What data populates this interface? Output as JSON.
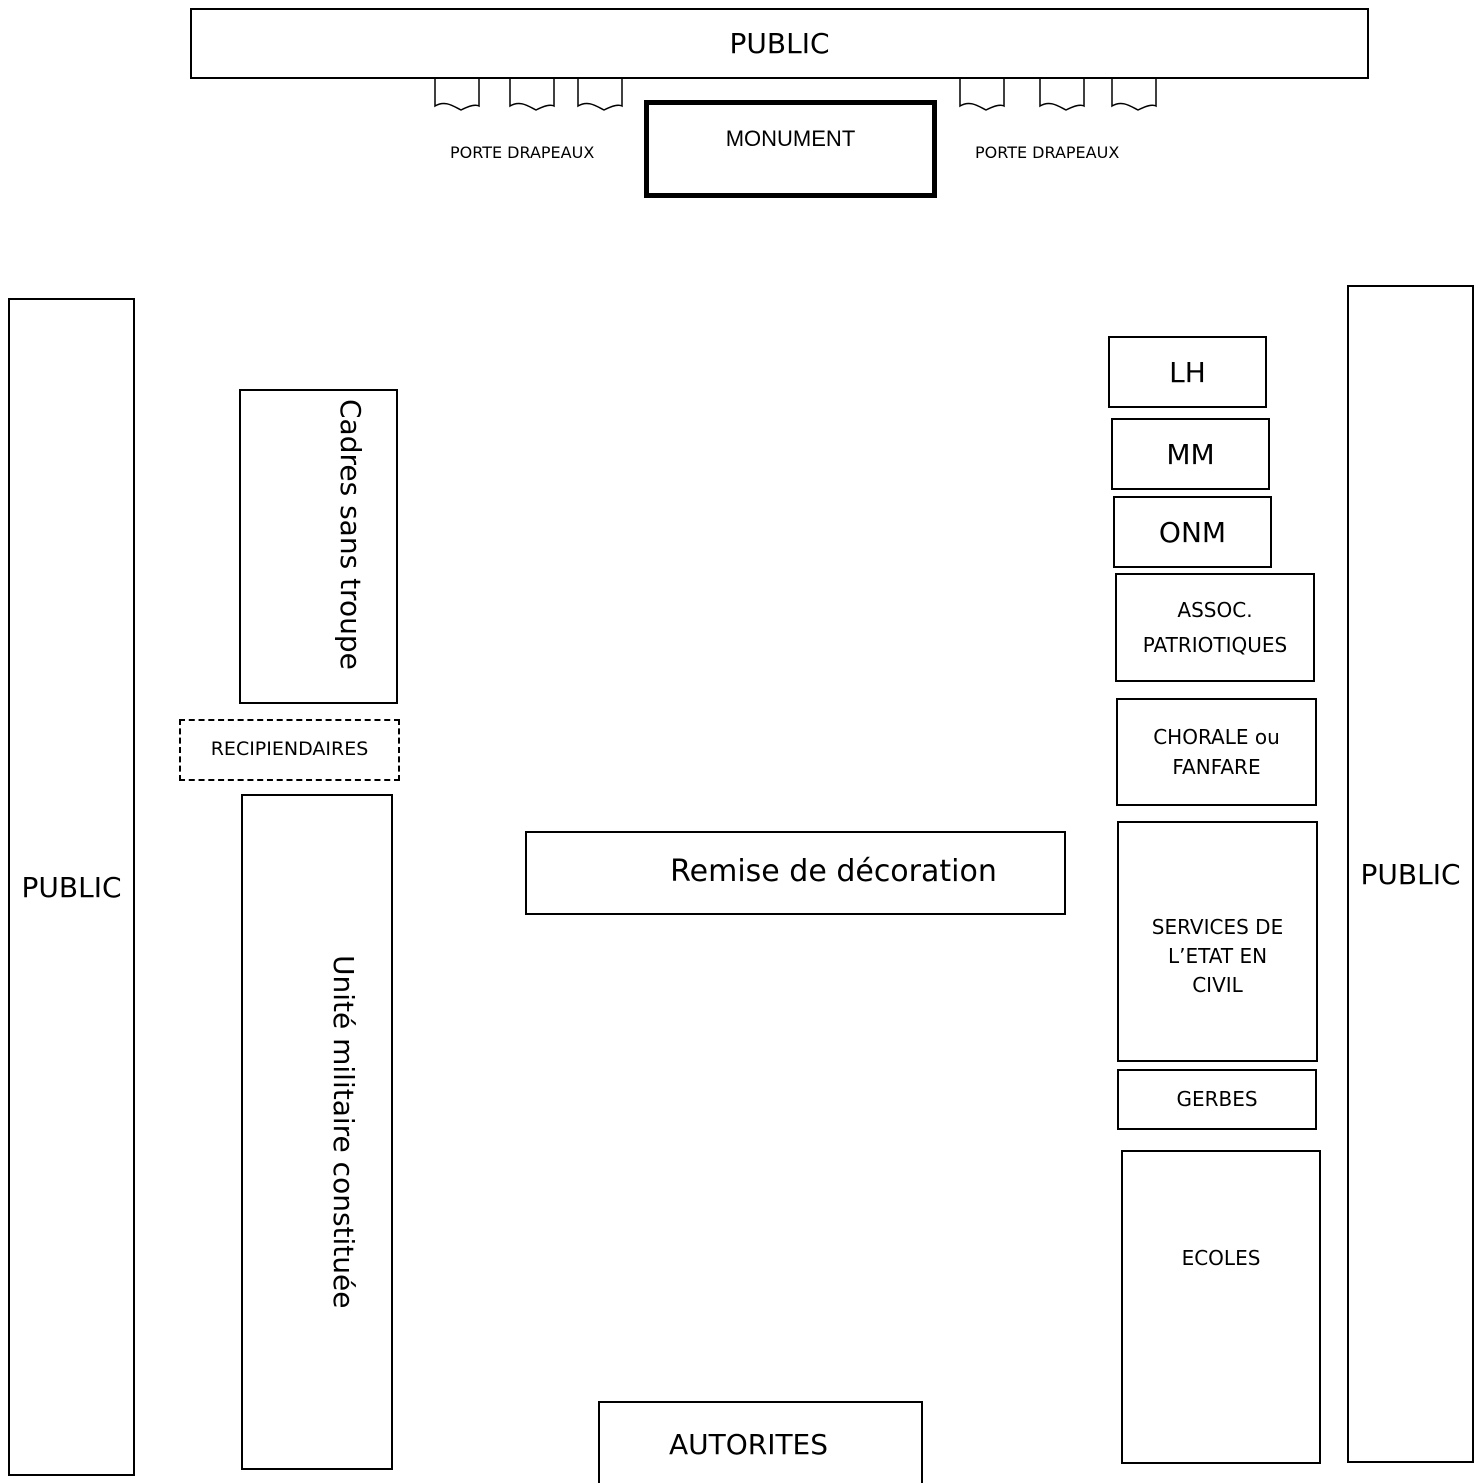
{
  "top": {
    "public": "PUBLIC",
    "monument": "MONUMENT",
    "porte_drapeaux_left": "PORTE DRAPEAUX",
    "porte_drapeaux_right": "PORTE DRAPEAUX"
  },
  "left": {
    "public": "PUBLIC",
    "cadres": "Cadres sans troupe",
    "recipiendaires": "RECIPIENDAIRES",
    "unite": "Unité militaire constituée"
  },
  "center": {
    "remise": "Remise de décoration",
    "autorites": "AUTORITES"
  },
  "right": {
    "public": "PUBLIC",
    "lh": "LH",
    "mm": "MM",
    "onm": "ONM",
    "assoc": "ASSOC.\nPATRIOTIQUES",
    "chorale": "CHORALE ou\nFANFARE",
    "services": "SERVICES DE\nL’ETAT EN\nCIVIL",
    "gerbes": "GERBES",
    "ecoles": "ECOLES"
  }
}
